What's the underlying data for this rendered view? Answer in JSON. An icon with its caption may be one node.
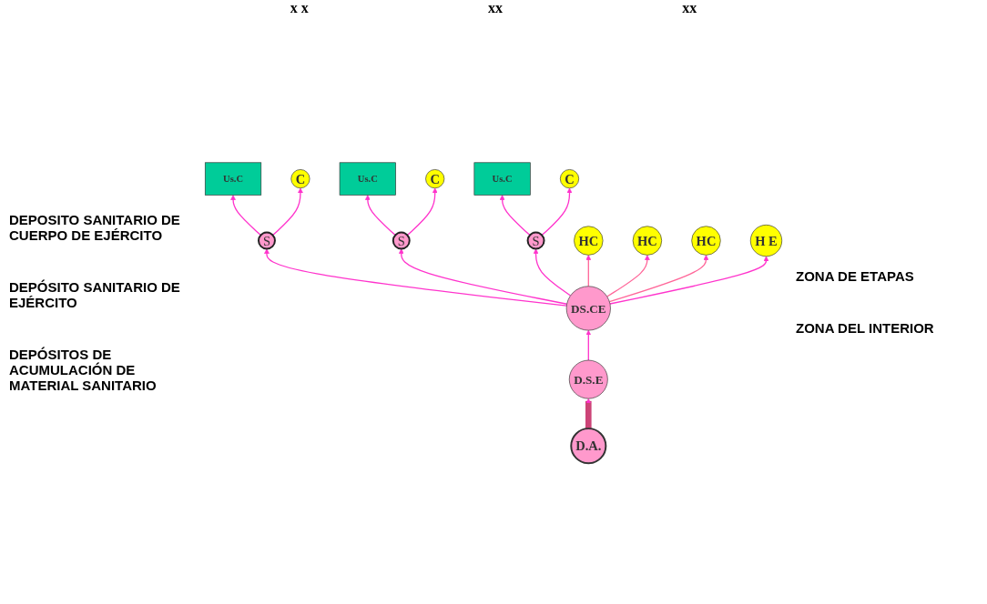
{
  "diagram": {
    "nodes": [
      {
        "text": [
          "Us.C"
        ]
      },
      {
        "text": [
          "C"
        ]
      },
      {
        "text": [
          "S"
        ]
      },
      {
        "text": [
          "Us.C"
        ]
      },
      {
        "text": [
          "C"
        ]
      },
      {
        "text": [
          "S"
        ]
      },
      {
        "text": [
          "Us.C"
        ]
      },
      {
        "text": [
          "C"
        ]
      },
      {
        "text": [
          "S"
        ]
      },
      {
        "text": [
          "HC"
        ]
      },
      {
        "text": [
          "HC"
        ]
      },
      {
        "text": [
          "HC"
        ]
      },
      {
        "text": [
          "DS.CE"
        ]
      },
      {
        "text": [
          "H E"
        ]
      },
      {
        "text": [
          "D.S.E"
        ]
      },
      {
        "text": [
          "D.A."
        ]
      }
    ],
    "edges": [
      {
        "from": 2,
        "to": 0,
        "arrow": "to"
      },
      {
        "from": 2,
        "to": 1,
        "arrow": "to"
      },
      {
        "from": 5,
        "to": 3,
        "arrow": "to"
      },
      {
        "from": 5,
        "to": 4,
        "arrow": "to"
      },
      {
        "from": 8,
        "to": 6,
        "arrow": "to"
      },
      {
        "from": 8,
        "to": 7,
        "arrow": "to"
      },
      {
        "from": 12,
        "to": 9,
        "arrow": "to",
        "color": "#ff6699"
      },
      {
        "from": 12,
        "to": 2,
        "arrow": "to"
      },
      {
        "from": 12,
        "to": 10,
        "arrow": "to",
        "color": "#ff6699"
      },
      {
        "from": 12,
        "to": 5,
        "arrow": "to"
      },
      {
        "from": 12,
        "to": 8,
        "arrow": "to"
      },
      {
        "from": 12,
        "to": 11,
        "arrow": "to",
        "color": "#ff6699"
      },
      {
        "from": 12,
        "to": 13,
        "arrow": "to"
      },
      {
        "from": 14,
        "to": 12,
        "arrow": "to"
      },
      {
        "from": 15,
        "to": 14,
        "arrow": "to",
        "style": "thick",
        "color": "#cc4477"
      }
    ],
    "labels": [
      "x x",
      "xx",
      "xx",
      "DEPOSITO SANITARIO DE CUERPO DE EJÉRCITO",
      "DEPÓSITO SANITARIO DE EJÉRCITO",
      "ZONA DE ETAPAS",
      "DEPÓSITOS DE ACUMULACIÓN DE MATERIAL SANITARIO",
      "ZONA DEL INTERIOR"
    ]
  }
}
